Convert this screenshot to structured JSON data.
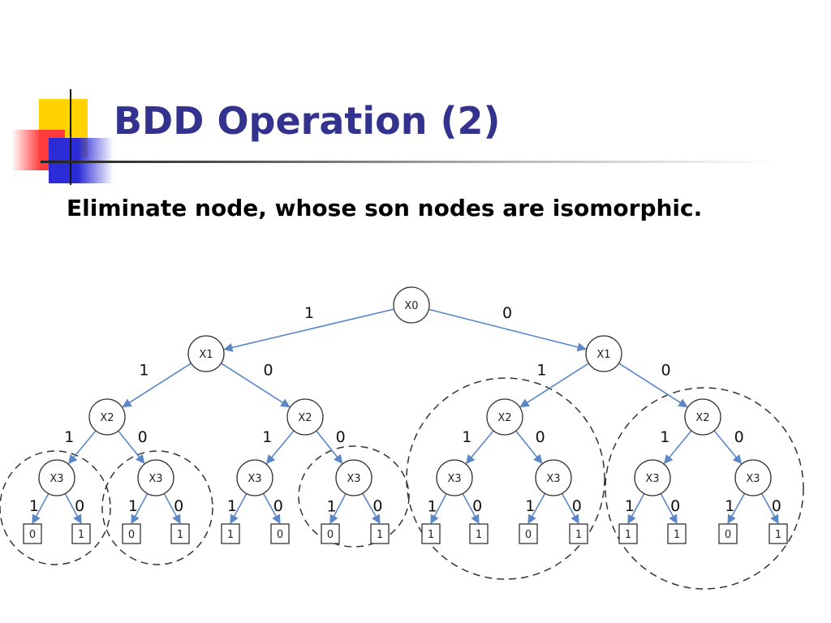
{
  "slide": {
    "title": "BDD Operation (2)",
    "subtitle": "Eliminate node, whose son nodes are isomorphic."
  },
  "diagram": {
    "labels": {
      "x0": "X0",
      "x1": "X1",
      "x2": "X2",
      "x3": "X3"
    },
    "edge_labels": {
      "high": "1",
      "low": "0"
    },
    "leaves": [
      "0",
      "1",
      "0",
      "1",
      "1",
      "0",
      "0",
      "1",
      "1",
      "1",
      "0",
      "1",
      "1",
      "1",
      "0",
      "1"
    ],
    "colors": {
      "edge": "#5b87c6",
      "title": "#33338f"
    }
  }
}
